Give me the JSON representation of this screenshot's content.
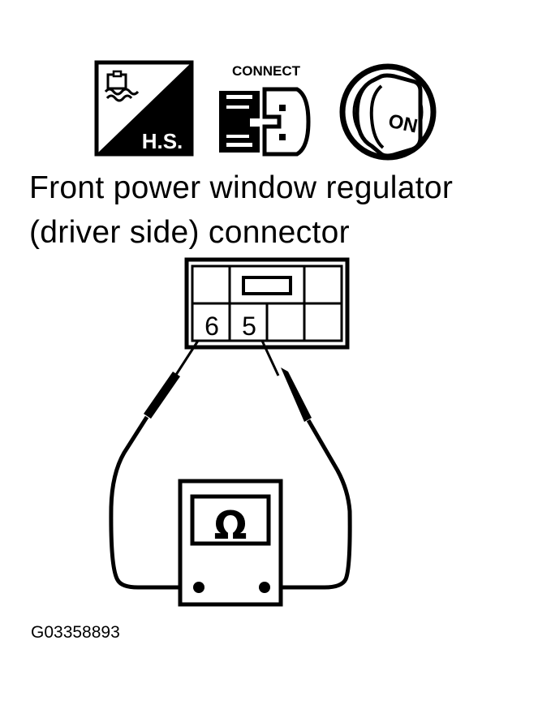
{
  "icons": {
    "hot_state": {
      "name": "heat-state-icon",
      "label": "H.S."
    },
    "connect": {
      "name": "connector-connect-icon",
      "label": "CONNECT"
    },
    "ignition": {
      "name": "ignition-key-on-icon",
      "label": "ON"
    }
  },
  "title": {
    "line1": "Front power window regulator",
    "line2": "(driver side) connector"
  },
  "connector": {
    "terminal_a": "6",
    "terminal_b": "5"
  },
  "meter": {
    "symbol": "Ω"
  },
  "figure_id": "G03358893",
  "colors": {
    "ink": "#000000",
    "background": "#ffffff"
  }
}
